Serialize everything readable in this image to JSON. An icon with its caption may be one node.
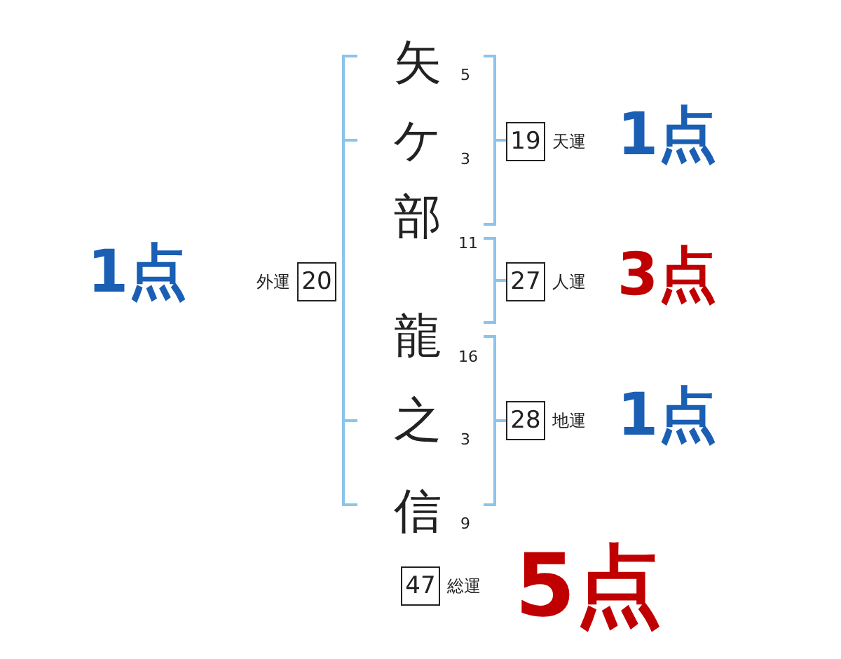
{
  "diagram": {
    "nodes": [
      {
        "text": [
          "20"
        ],
        "beside": [
          "外運"
        ]
      },
      {
        "text": [
          "19"
        ],
        "beside": [
          "天運"
        ]
      },
      {
        "text": [
          "27"
        ],
        "beside": [
          "人運"
        ]
      },
      {
        "text": [
          "28"
        ],
        "beside": [
          "地運"
        ]
      },
      {
        "text": [
          "47"
        ],
        "beside": [
          "総運"
        ]
      }
    ],
    "labels": [
      "矢",
      "5",
      "ケ",
      "3",
      "1点",
      "部",
      "11",
      "1点",
      "3点",
      "龍",
      "16",
      "之",
      "3",
      "1点",
      "信",
      "9",
      "5点"
    ]
  }
}
